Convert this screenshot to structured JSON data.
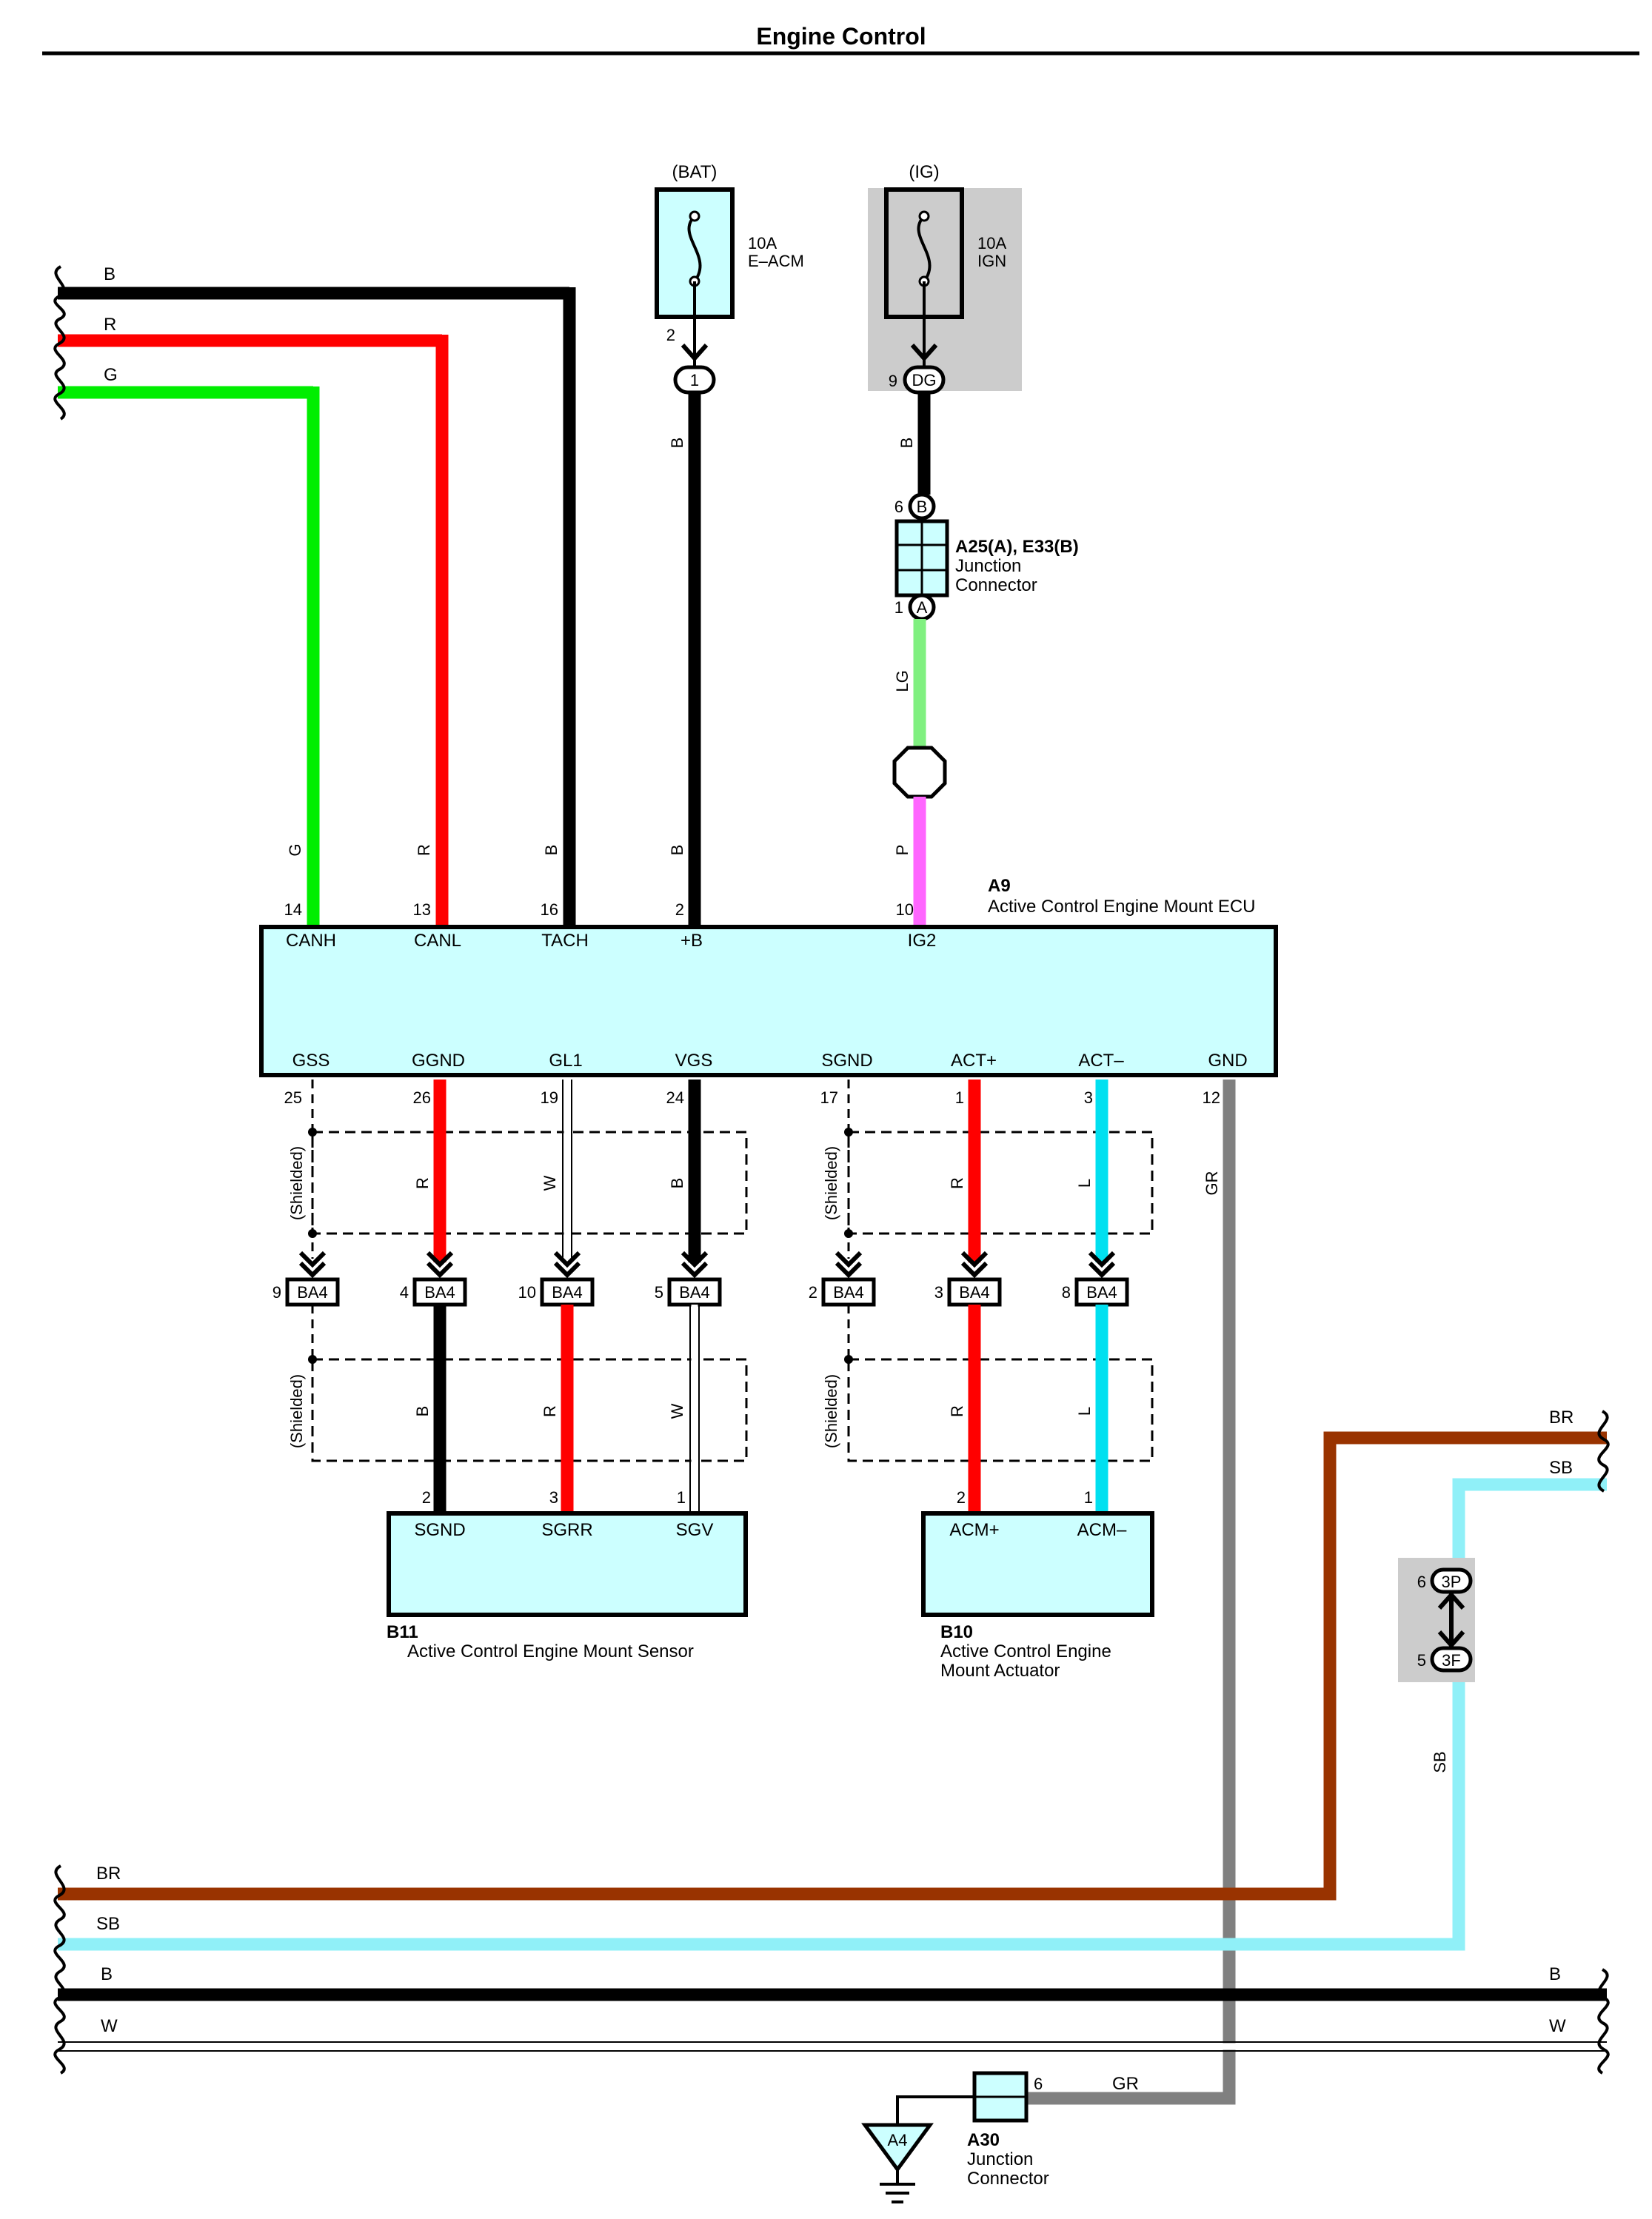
{
  "page": {
    "title": "Engine Control"
  },
  "colors": {
    "B": "#000000",
    "R": "#ff0000",
    "G": "#00ee00",
    "W": "#ffffff",
    "LG": "#80f080",
    "P": "#ff66ff",
    "L": "#00e0f0",
    "GR": "#808080",
    "BR": "#993300",
    "SB": "#90f0f8",
    "component_fill": "#ccffff",
    "shade": "#cccccc"
  },
  "fuses": {
    "bat": {
      "source": "(BAT)",
      "rating": "10A",
      "name": "E–ACM",
      "pin": "2",
      "connector": "1"
    },
    "ig": {
      "source": "(IG)",
      "rating": "10A",
      "name": "IGN",
      "pin": "9",
      "connector": "DG"
    }
  },
  "junction_a25": {
    "name": "A25(A), E33(B)",
    "desc1": "Junction",
    "desc2": "Connector",
    "top_pin": "6",
    "top_conn": "B",
    "bottom_pin": "1",
    "bottom_conn": "A"
  },
  "left_bus": {
    "B": "B",
    "R": "R",
    "G": "G"
  },
  "wire_labels": {
    "bat_feed": "B",
    "ig_feed": "B",
    "lg": "LG",
    "p": "P",
    "gr": "GR",
    "canh": "G",
    "canl": "R",
    "tach": "B",
    "plusb": "B"
  },
  "ecu": {
    "id": "A9",
    "name": "Active Control Engine Mount ECU",
    "top_terminals": [
      {
        "label": "CANH",
        "pin": "14"
      },
      {
        "label": "CANL",
        "pin": "13"
      },
      {
        "label": "TACH",
        "pin": "16"
      },
      {
        "label": "+B",
        "pin": "2"
      },
      {
        "label": "IG2",
        "pin": "10"
      }
    ],
    "bottom_terminals": [
      {
        "label": "GSS",
        "pin": "25"
      },
      {
        "label": "GGND",
        "pin": "26"
      },
      {
        "label": "GL1",
        "pin": "19"
      },
      {
        "label": "VGS",
        "pin": "24"
      },
      {
        "label": "SGND",
        "pin": "17"
      },
      {
        "label": "ACT+",
        "pin": "1"
      },
      {
        "label": "ACT–",
        "pin": "3"
      },
      {
        "label": "GND",
        "pin": "12"
      }
    ]
  },
  "shield_label": "(Shielded)",
  "upper_wire_colors": [
    "R",
    "W",
    "B",
    "R",
    "L"
  ],
  "lower_wire_colors": [
    "B",
    "R",
    "W",
    "R",
    "L"
  ],
  "ba4_connectors": [
    {
      "pin": "9",
      "name": "BA4"
    },
    {
      "pin": "4",
      "name": "BA4"
    },
    {
      "pin": "10",
      "name": "BA4"
    },
    {
      "pin": "5",
      "name": "BA4"
    },
    {
      "pin": "2",
      "name": "BA4"
    },
    {
      "pin": "3",
      "name": "BA4"
    },
    {
      "pin": "8",
      "name": "BA4"
    }
  ],
  "sensor": {
    "id": "B11",
    "name": "Active Control Engine Mount Sensor",
    "terminals": [
      {
        "label": "SGND",
        "pin": "2"
      },
      {
        "label": "SGRR",
        "pin": "3"
      },
      {
        "label": "SGV",
        "pin": "1"
      }
    ]
  },
  "actuator": {
    "id": "B10",
    "name1": "Active Control Engine",
    "name2": "Mount Actuator",
    "terminals": [
      {
        "label": "ACM+",
        "pin": "2"
      },
      {
        "label": "ACM–",
        "pin": "1"
      }
    ]
  },
  "right_bus": {
    "BR": "BR",
    "SB": "SB",
    "sb_drop": "SB"
  },
  "connector_3": {
    "top_pin": "6",
    "top_name": "3P",
    "bottom_pin": "5",
    "bottom_name": "3F"
  },
  "bottom_bus": {
    "BR": "BR",
    "SB": "SB",
    "B_left": "B",
    "B_right": "B",
    "W_left": "W",
    "W_right": "W"
  },
  "ground": {
    "ground_name": "A4",
    "junction_id": "A30",
    "junction_desc1": "Junction",
    "junction_desc2": "Connector",
    "pin": "6",
    "wire": "GR"
  }
}
